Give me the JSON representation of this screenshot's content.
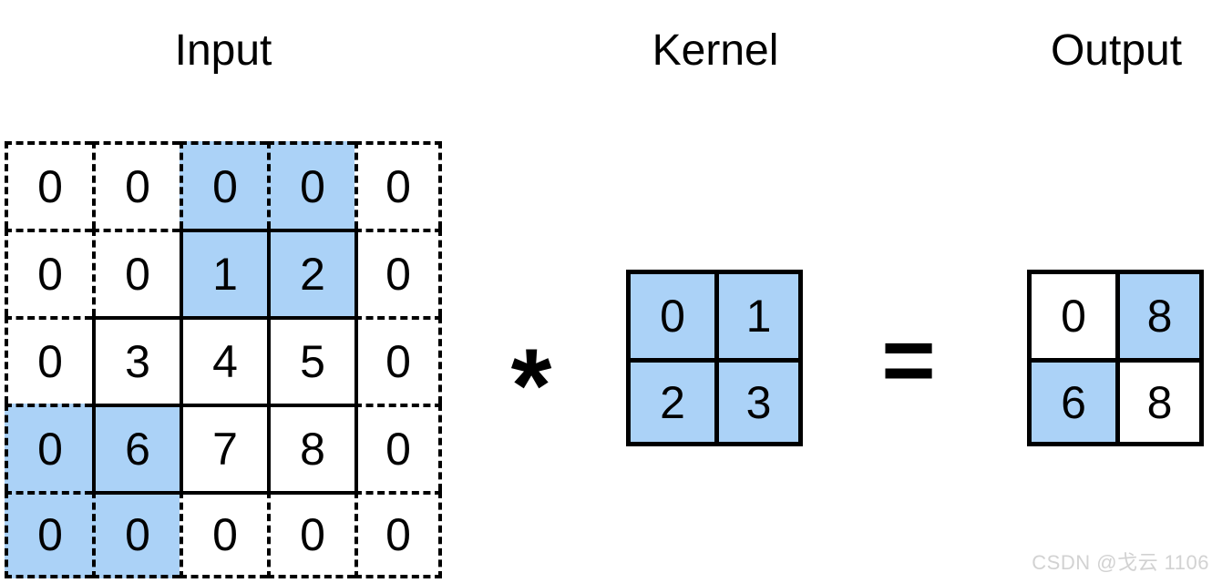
{
  "titles": {
    "input": "Input",
    "kernel": "Kernel",
    "output": "Output"
  },
  "operators": {
    "convolution": "*",
    "equals": "="
  },
  "colors": {
    "highlight": "#abd2f7",
    "line": "#000000",
    "background": "#ffffff",
    "watermark": "#d2d2d2"
  },
  "input": {
    "rows": 5,
    "cols": 5,
    "cells": [
      {
        "v": "0",
        "hl": false
      },
      {
        "v": "0",
        "hl": false
      },
      {
        "v": "0",
        "hl": true
      },
      {
        "v": "0",
        "hl": true
      },
      {
        "v": "0",
        "hl": false
      },
      {
        "v": "0",
        "hl": false
      },
      {
        "v": "0",
        "hl": false
      },
      {
        "v": "1",
        "hl": true
      },
      {
        "v": "2",
        "hl": true
      },
      {
        "v": "0",
        "hl": false
      },
      {
        "v": "0",
        "hl": false
      },
      {
        "v": "3",
        "hl": false
      },
      {
        "v": "4",
        "hl": false
      },
      {
        "v": "5",
        "hl": false
      },
      {
        "v": "0",
        "hl": false
      },
      {
        "v": "0",
        "hl": true
      },
      {
        "v": "6",
        "hl": true
      },
      {
        "v": "7",
        "hl": false
      },
      {
        "v": "8",
        "hl": false
      },
      {
        "v": "0",
        "hl": false
      },
      {
        "v": "0",
        "hl": true
      },
      {
        "v": "0",
        "hl": true
      },
      {
        "v": "0",
        "hl": false
      },
      {
        "v": "0",
        "hl": false
      },
      {
        "v": "0",
        "hl": false
      }
    ]
  },
  "kernel": {
    "rows": 2,
    "cols": 2,
    "cells": [
      {
        "v": "0",
        "hl": true
      },
      {
        "v": "1",
        "hl": true
      },
      {
        "v": "2",
        "hl": true
      },
      {
        "v": "3",
        "hl": true
      }
    ]
  },
  "output": {
    "rows": 2,
    "cols": 2,
    "cells": [
      {
        "v": "0",
        "hl": false
      },
      {
        "v": "8",
        "hl": true
      },
      {
        "v": "6",
        "hl": true
      },
      {
        "v": "8",
        "hl": false
      }
    ]
  },
  "watermark": {
    "text": "CSDN @戈云 1106"
  }
}
